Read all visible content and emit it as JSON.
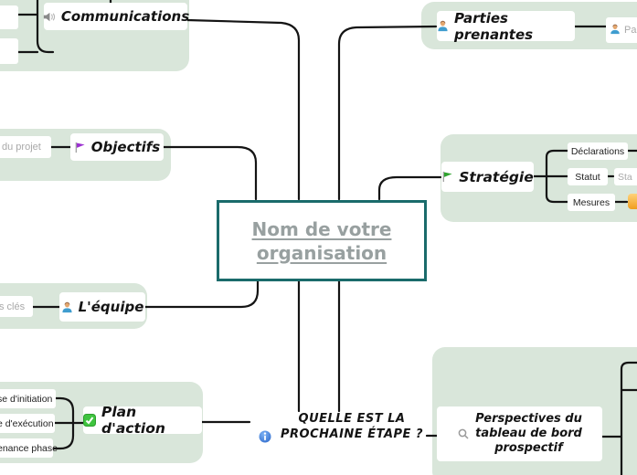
{
  "app": {
    "background": "#ffffff",
    "panel_color": "#d9e6da",
    "line_color": "#141414"
  },
  "center_node": {
    "line1": "Nom de votre",
    "line2": "organisation",
    "border_color": "#1a6b6b",
    "text_color": "#98a0a0"
  },
  "communications": {
    "label": "Communications",
    "icon": "speaker-icon"
  },
  "parties_prenantes": {
    "label": "Parties prenantes",
    "icon": "person-icon",
    "child_partial_label": "Par"
  },
  "objectifs": {
    "label": "Objectifs",
    "icon": "flag-icon",
    "flag_color": "#9b30d0",
    "placeholder_child": "du projet"
  },
  "strategie": {
    "label": "Stratégie",
    "icon": "flag-icon",
    "flag_color": "#2ea32e",
    "children": [
      {
        "label": "Déclarations"
      },
      {
        "label": "Statut",
        "placeholder_child": "Sta"
      },
      {
        "label": "Mesures"
      }
    ]
  },
  "equipe": {
    "label": "L'équipe",
    "icon": "person-icon",
    "placeholder_child": "s clés"
  },
  "plan_action": {
    "label": "Plan d'action",
    "icon": "check-icon",
    "children": [
      {
        "label": "se d'initiation"
      },
      {
        "label": "e d'exécution"
      },
      {
        "label": "enance phase"
      }
    ]
  },
  "question": {
    "line1": "QUELLE EST LA",
    "line2": "PROCHAINE ÉTAPE ?",
    "icon": "info-icon"
  },
  "perspectives": {
    "line1": "Perspectives du",
    "line2": "tableau de bord",
    "line3": "prospectif",
    "icon": "search-icon"
  }
}
